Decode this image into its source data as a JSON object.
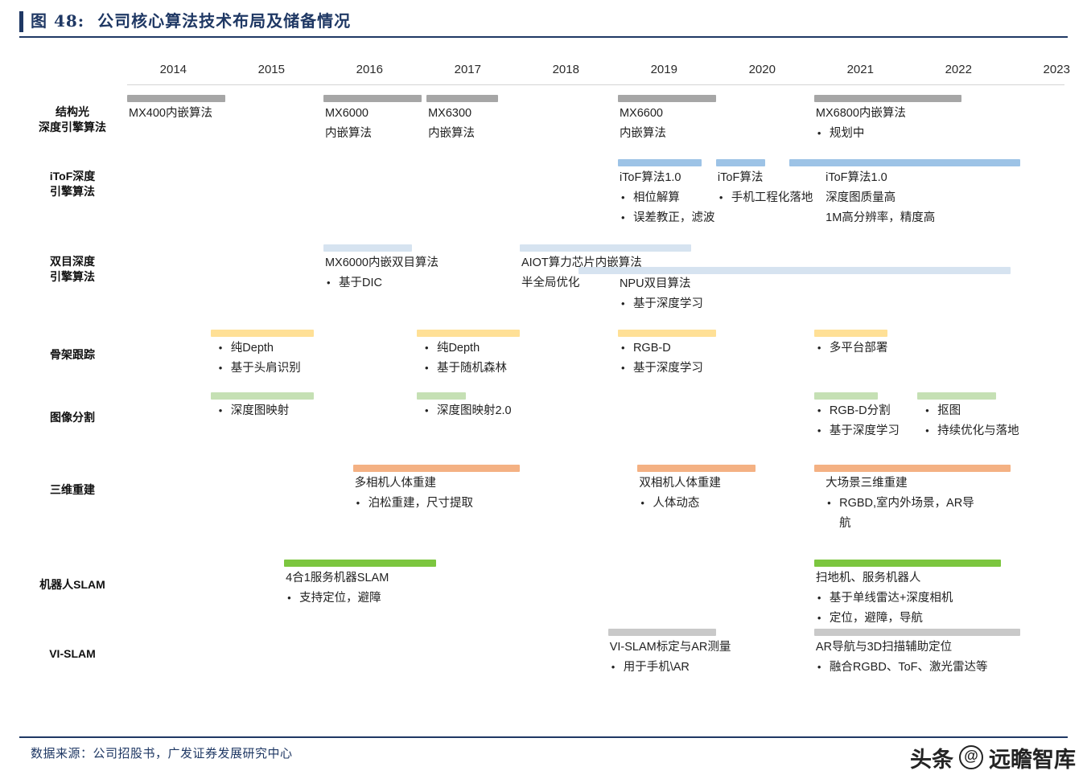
{
  "header": {
    "figure_no": "图 48:",
    "title": "公司核心算法技术布局及储备情况",
    "accent_color": "#1f3864"
  },
  "footer": {
    "source": "数据来源：公司招股书，广发证券发展研究中心",
    "watermark_left": "头条",
    "watermark_at": "@",
    "watermark_right": "远瞻智库"
  },
  "chart_data": {
    "type": "timeline",
    "title": "公司核心算法技术布局及储备情况",
    "xlabel": "",
    "ylabel": "",
    "x_axis": {
      "ticks": [
        "2014",
        "2015",
        "2016",
        "2017",
        "2018",
        "2019",
        "2020",
        "2021",
        "2022",
        "2023"
      ],
      "range": [
        2014,
        2023
      ],
      "grid": false
    },
    "legend": [],
    "bar_colors": {
      "gray": "#a6a6a6",
      "light_gray": "#c9c9c9",
      "blue": "#9dc3e6",
      "light_blue": "#d6e3f0",
      "yellow": "#ffe096",
      "green_light": "#c5e0b4",
      "orange": "#f4b183",
      "green": "#7cc63f"
    },
    "rows": [
      {
        "label": "结构光\n深度引擎算法",
        "label_lines": [
          "结构光",
          "深度引擎算法"
        ],
        "bars": [
          {
            "start": 2014.0,
            "end": 2015.0,
            "color": "gray"
          },
          {
            "start": 2016.0,
            "end": 2017.0,
            "color": "gray"
          },
          {
            "start": 2017.05,
            "end": 2017.78,
            "color": "gray"
          },
          {
            "start": 2019.0,
            "end": 2020.0,
            "color": "gray"
          },
          {
            "start": 2021.0,
            "end": 2022.5,
            "color": "gray"
          }
        ],
        "items": [
          {
            "x": 2014.0,
            "heading": "MX400内嵌算法",
            "bullets": []
          },
          {
            "x": 2016.0,
            "heading": "MX6000",
            "sub": "内嵌算法",
            "bullets": []
          },
          {
            "x": 2017.05,
            "heading": "MX6300",
            "sub": "内嵌算法",
            "bullets": []
          },
          {
            "x": 2019.0,
            "heading": "MX6600",
            "sub": "内嵌算法",
            "bullets": []
          },
          {
            "x": 2021.0,
            "heading": "MX6800内嵌算法",
            "bullets": [
              "规划中"
            ]
          }
        ]
      },
      {
        "label": "iToF深度\n引擎算法",
        "label_lines": [
          "iToF深度",
          "引擎算法"
        ],
        "bars": [
          {
            "start": 2019.0,
            "end": 2019.85,
            "color": "blue"
          },
          {
            "start": 2020.0,
            "end": 2020.5,
            "color": "blue"
          },
          {
            "start": 2020.75,
            "end": 2023.1,
            "color": "blue"
          }
        ],
        "items": [
          {
            "x": 2019.0,
            "heading": "iToF算法1.0",
            "bullets": [
              "相位解算",
              "误差教正，滤波"
            ]
          },
          {
            "x": 2020.0,
            "heading": "iToF算法",
            "bullets": [
              "手机工程化落地"
            ]
          },
          {
            "x": 2021.1,
            "heading": "iToF算法1.0",
            "lines": [
              "深度图质量高",
              "1M高分辨率，精度高"
            ],
            "bullets": []
          }
        ]
      },
      {
        "label": "双目深度\n引擎算法",
        "label_lines": [
          "双目深度",
          "引擎算法"
        ],
        "bars": [
          {
            "start": 2016.0,
            "end": 2016.9,
            "color": "light_blue"
          },
          {
            "start": 2018.0,
            "end": 2019.75,
            "color": "light_blue"
          },
          {
            "start": 2018.6,
            "end": 2023.0,
            "color": "light_blue",
            "row2": true
          }
        ],
        "items": [
          {
            "x": 2016.0,
            "heading": "MX6000内嵌双目算法",
            "bullets": [
              "基于DIC"
            ]
          },
          {
            "x": 2018.0,
            "heading": "AIOT算力芯片内嵌算法",
            "sub": "半全局优化",
            "bullets": []
          },
          {
            "x": 2019.0,
            "heading": "NPU双目算法",
            "bullets": [
              "基于深度学习"
            ],
            "offset_heading": 1
          }
        ]
      },
      {
        "label": "骨架跟踪",
        "label_lines": [
          "骨架跟踪"
        ],
        "bars": [
          {
            "start": 2014.85,
            "end": 2015.9,
            "color": "yellow"
          },
          {
            "start": 2016.95,
            "end": 2018.0,
            "color": "yellow"
          },
          {
            "start": 2019.0,
            "end": 2020.0,
            "color": "yellow"
          },
          {
            "start": 2021.0,
            "end": 2021.75,
            "color": "yellow"
          }
        ],
        "items": [
          {
            "x": 2014.9,
            "bullets": [
              "纯Depth",
              "基于头肩识别"
            ]
          },
          {
            "x": 2017.0,
            "bullets": [
              "纯Depth",
              "基于随机森林"
            ]
          },
          {
            "x": 2019.0,
            "bullets": [
              "RGB-D",
              "基于深度学习"
            ]
          },
          {
            "x": 2021.0,
            "bullets": [
              "多平台部署"
            ]
          }
        ]
      },
      {
        "label": "图像分割",
        "label_lines": [
          "图像分割"
        ],
        "bars": [
          {
            "start": 2014.85,
            "end": 2015.9,
            "color": "green_light"
          },
          {
            "start": 2016.95,
            "end": 2017.45,
            "color": "green_light"
          },
          {
            "start": 2021.0,
            "end": 2021.65,
            "color": "green_light"
          },
          {
            "start": 2022.05,
            "end": 2022.85,
            "color": "green_light"
          }
        ],
        "items": [
          {
            "x": 2014.9,
            "bullets": [
              "深度图映射"
            ]
          },
          {
            "x": 2017.0,
            "bullets": [
              "深度图映射2.0"
            ]
          },
          {
            "x": 2021.0,
            "bullets": [
              "RGB-D分割",
              "基于深度学习"
            ]
          },
          {
            "x": 2022.1,
            "bullets": [
              "抠图",
              "持续优化与落地"
            ]
          }
        ]
      },
      {
        "label": "三维重建",
        "label_lines": [
          "三维重建"
        ],
        "bars": [
          {
            "start": 2016.3,
            "end": 2018.0,
            "color": "orange"
          },
          {
            "start": 2019.2,
            "end": 2020.4,
            "color": "orange"
          },
          {
            "start": 2021.0,
            "end": 2023.0,
            "color": "orange"
          }
        ],
        "items": [
          {
            "x": 2016.3,
            "heading": "多相机人体重建",
            "bullets": [
              "泊松重建，尺寸提取"
            ]
          },
          {
            "x": 2019.2,
            "heading": "双相机人体重建",
            "bullets": [
              "人体动态"
            ]
          },
          {
            "x": 2021.1,
            "heading": "大场景三维重建",
            "bullets": [
              "RGBD,室内外场景，AR导\n航"
            ]
          }
        ]
      },
      {
        "label": "机器人SLAM",
        "label_lines": [
          "机器人SLAM"
        ],
        "bars": [
          {
            "start": 2015.6,
            "end": 2017.15,
            "color": "green"
          },
          {
            "start": 2021.0,
            "end": 2022.9,
            "color": "green"
          }
        ],
        "items": [
          {
            "x": 2015.6,
            "heading": "4合1服务机器SLAM",
            "bullets": [
              "支持定位，避障"
            ]
          },
          {
            "x": 2021.0,
            "heading": "扫地机、服务机器人",
            "bullets": [
              "基于单线雷达+深度相机",
              "定位，避障，导航"
            ]
          }
        ]
      },
      {
        "label": "VI-SLAM",
        "label_lines": [
          "VI-SLAM"
        ],
        "bars": [
          {
            "start": 2018.9,
            "end": 2020.0,
            "color": "light_gray"
          },
          {
            "start": 2021.0,
            "end": 2023.1,
            "color": "light_gray"
          }
        ],
        "items": [
          {
            "x": 2018.9,
            "heading": "VI-SLAM标定与AR测量",
            "bullets": [
              "用于手机\\AR"
            ]
          },
          {
            "x": 2021.0,
            "heading": "AR导航与3D扫描辅助定位",
            "bullets": [
              "融合RGBD、ToF、激光雷达等"
            ]
          }
        ]
      }
    ]
  }
}
